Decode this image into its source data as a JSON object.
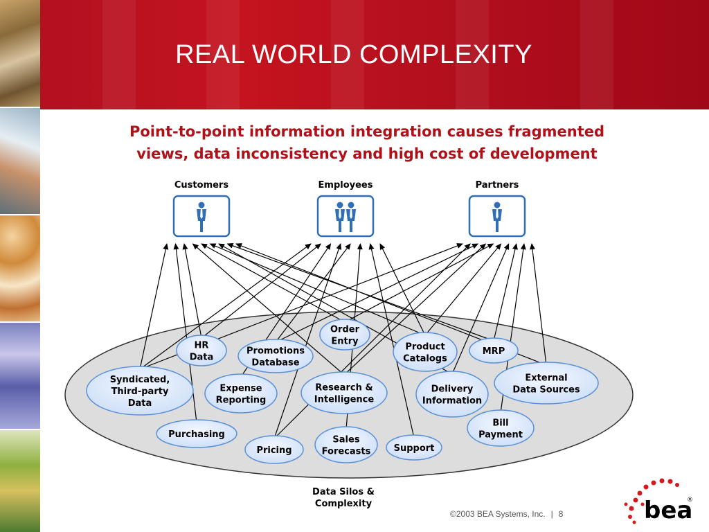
{
  "slide": {
    "title": "REAL WORLD COMPLEXITY",
    "subtitle_line1": "Point-to-point information integration causes fragmented",
    "subtitle_line2": "views, data inconsistency and high cost of development"
  },
  "colors": {
    "header_red": "#b31020",
    "subtitle_red": "#b01018",
    "node_fill": "#dbe8fb",
    "node_border": "#5a8fd6",
    "ellipse_fill": "#dddddd",
    "person_blue": "#2f6fb5"
  },
  "actors": [
    {
      "id": "customers",
      "label": "Customers",
      "icon": "person-icon"
    },
    {
      "id": "employees",
      "label": "Employees",
      "icon": "two-persons-icon"
    },
    {
      "id": "partners",
      "label": "Partners",
      "icon": "person-icon"
    }
  ],
  "silos_label": "Data Silos & Complexity",
  "nodes": [
    {
      "id": "order-entry",
      "lines": [
        "Order",
        "Entry"
      ]
    },
    {
      "id": "hr-data",
      "lines": [
        "HR",
        "Data"
      ]
    },
    {
      "id": "promotions-database",
      "lines": [
        "Promotions",
        "Database"
      ]
    },
    {
      "id": "product-catalogs",
      "lines": [
        "Product",
        "Catalogs"
      ]
    },
    {
      "id": "mrp",
      "lines": [
        "MRP"
      ]
    },
    {
      "id": "syndicated-data",
      "lines": [
        "Syndicated,",
        "Third-party",
        "Data"
      ]
    },
    {
      "id": "expense-reporting",
      "lines": [
        "Expense",
        "Reporting"
      ]
    },
    {
      "id": "research-intelligence",
      "lines": [
        "Research &",
        "Intelligence"
      ]
    },
    {
      "id": "delivery-information",
      "lines": [
        "Delivery",
        "Information"
      ]
    },
    {
      "id": "external-data-sources",
      "lines": [
        "External",
        "Data Sources"
      ]
    },
    {
      "id": "bill-payment",
      "lines": [
        "Bill",
        "Payment"
      ]
    },
    {
      "id": "purchasing",
      "lines": [
        "Purchasing"
      ]
    },
    {
      "id": "pricing",
      "lines": [
        "Pricing"
      ]
    },
    {
      "id": "sales-forecasts",
      "lines": [
        "Sales",
        "Forecasts"
      ]
    },
    {
      "id": "support",
      "lines": [
        "Support"
      ]
    }
  ],
  "connections": [
    [
      "syndicated-data",
      "customers"
    ],
    [
      "purchasing",
      "customers"
    ],
    [
      "hr-data",
      "customers"
    ],
    [
      "research-intelligence",
      "customers"
    ],
    [
      "product-catalogs",
      "customers"
    ],
    [
      "order-entry",
      "customers"
    ],
    [
      "delivery-information",
      "customers"
    ],
    [
      "mrp",
      "customers"
    ],
    [
      "external-data-sources",
      "customers"
    ],
    [
      "syndicated-data",
      "employees"
    ],
    [
      "hr-data",
      "employees"
    ],
    [
      "promotions-database",
      "employees"
    ],
    [
      "expense-reporting",
      "employees"
    ],
    [
      "pricing",
      "employees"
    ],
    [
      "sales-forecasts",
      "employees"
    ],
    [
      "support",
      "employees"
    ],
    [
      "product-catalogs",
      "employees"
    ],
    [
      "promotions-database",
      "partners"
    ],
    [
      "order-entry",
      "partners"
    ],
    [
      "research-intelligence",
      "partners"
    ],
    [
      "product-catalogs",
      "partners"
    ],
    [
      "mrp",
      "partners"
    ],
    [
      "external-data-sources",
      "partners"
    ],
    [
      "bill-payment",
      "partners"
    ],
    [
      "delivery-information",
      "partners"
    ],
    [
      "pricing",
      "partners"
    ],
    [
      "syndicated-data",
      "partners"
    ]
  ],
  "footer": {
    "copyright": "©2003 BEA Systems, Inc.",
    "separator": "|",
    "page_number": "8",
    "logo_text": "bea",
    "logo_mark": "®"
  }
}
